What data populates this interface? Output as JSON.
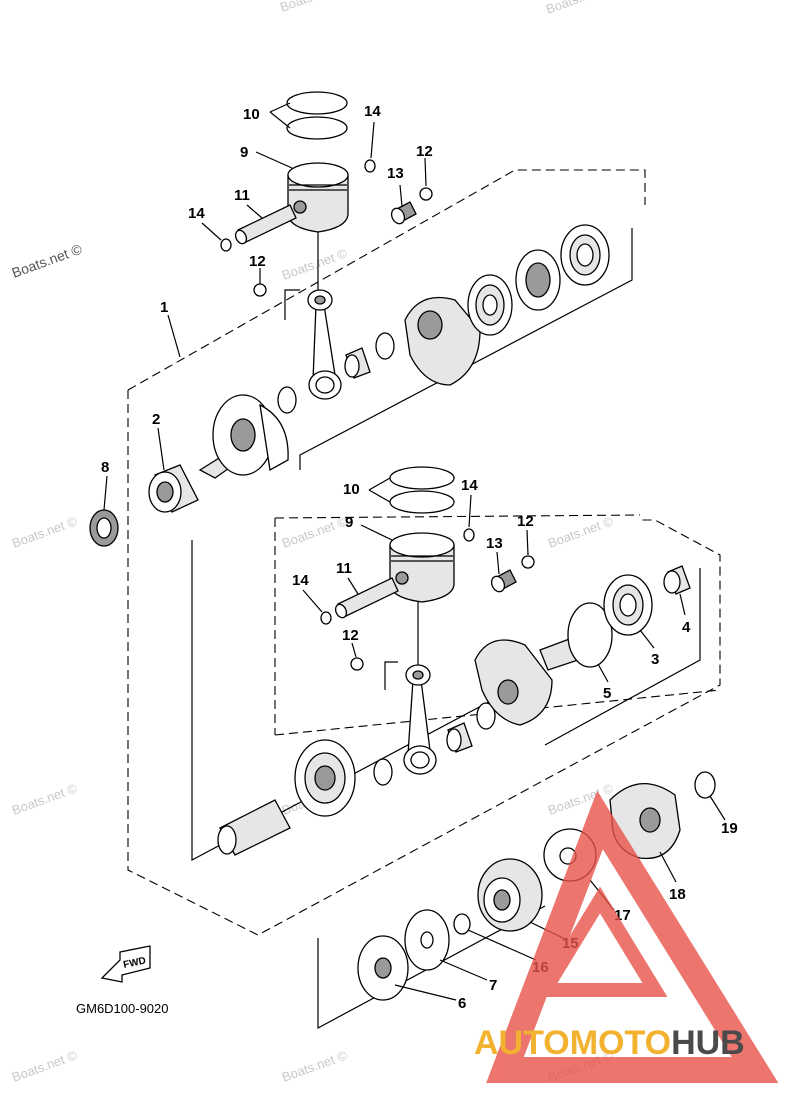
{
  "diagram": {
    "code": "GM6D100-9020",
    "fwd_label": "FWD",
    "watermark": "Boats.net ©",
    "brand": {
      "part1": "AUTOMOTO",
      "part2": "HUB",
      "color1": "#f2b230",
      "color2": "#4a4a4a",
      "logo_color": "#e8534a"
    }
  },
  "callouts": {
    "upper": {
      "c1": "1",
      "c2": "2",
      "c8": "8",
      "c9": "9",
      "c10": "10",
      "c11": "11",
      "c12a": "12",
      "c12b": "12",
      "c13": "13",
      "c14a": "14",
      "c14b": "14"
    },
    "lower": {
      "c3": "3",
      "c4": "4",
      "c5": "5",
      "c9": "9",
      "c10": "10",
      "c11": "11",
      "c12a": "12",
      "c12b": "12",
      "c13": "13",
      "c14a": "14",
      "c14b": "14"
    },
    "bottom": {
      "c6": "6",
      "c7": "7",
      "c15": "15",
      "c16": "16",
      "c17": "17",
      "c18": "18",
      "c19": "19"
    }
  }
}
